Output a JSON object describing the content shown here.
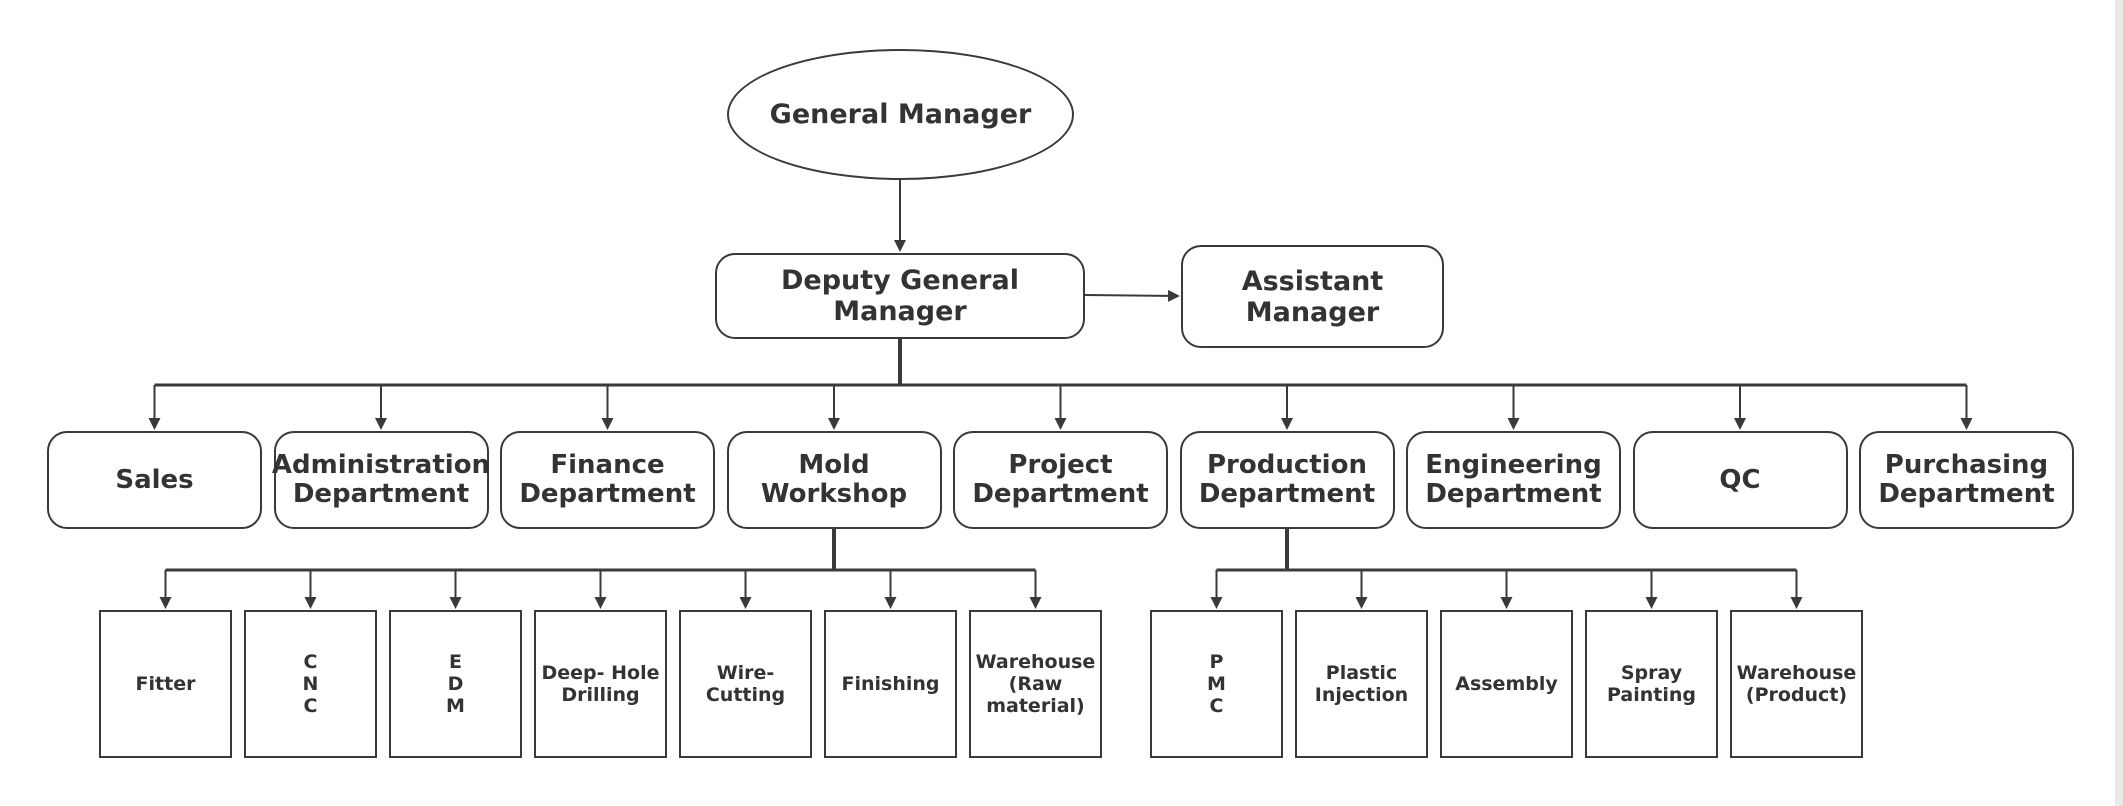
{
  "diagram": {
    "general_manager": "General Manager",
    "deputy_general_manager": "Deputy General Manager",
    "assistant_manager": "Assistant Manager",
    "departments": [
      {
        "label": "Sales"
      },
      {
        "label": "Administration\nDepartment"
      },
      {
        "label": "Finance\nDepartment"
      },
      {
        "label": "Mold\nWorkshop"
      },
      {
        "label": "Project\nDepartment"
      },
      {
        "label": "Production\nDepartment"
      },
      {
        "label": "Engineering\nDepartment"
      },
      {
        "label": "QC"
      },
      {
        "label": "Purchasing\nDepartment"
      }
    ],
    "mold_workshop_units": [
      {
        "label": "Fitter"
      },
      {
        "label": "C\nN\nC"
      },
      {
        "label": "E\nD\nM"
      },
      {
        "label": "Deep- Hole\nDrilling"
      },
      {
        "label": "Wire-\nCutting"
      },
      {
        "label": "Finishing"
      },
      {
        "label": "Warehouse\n(Raw\nmaterial)"
      }
    ],
    "production_units": [
      {
        "label": "P\nM\nC"
      },
      {
        "label": "Plastic\nInjection"
      },
      {
        "label": "Assembly"
      },
      {
        "label": "Spray\nPainting"
      },
      {
        "label": "Warehouse\n(Product)"
      }
    ]
  }
}
